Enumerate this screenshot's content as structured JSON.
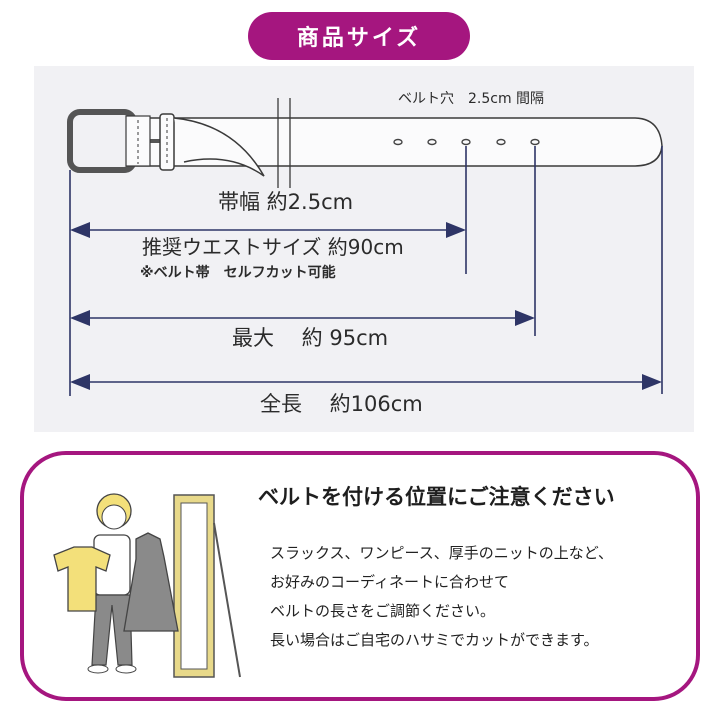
{
  "colors": {
    "brand": "#a5167f",
    "arrow": "#2e3566",
    "panel": "#f1f1f4",
    "mirror": "#e8d98a",
    "shirt": "#f3e07a",
    "dress": "#8a8a8a"
  },
  "header": {
    "title": "商品サイズ"
  },
  "diagram": {
    "hole_label": "ベルト穴　2.5cm 間隔",
    "width_label": "帯幅  約2.5cm",
    "waist_label": "推奨ウエストサイズ 約90cm",
    "cut_note": "※ベルト帯　セルフカット可能",
    "max_label": "最大　 約 95cm",
    "total_label": "全長　 約106cm"
  },
  "notice": {
    "title": "ベルトを付ける位置にご注意ください",
    "lines": [
      "スラックス、ワンピース、厚手のニットの上など、",
      "お好みのコーディネートに合わせて",
      "ベルトの長さをご調節ください。",
      "長い場合はご自宅のハサミでカットができます。"
    ]
  }
}
